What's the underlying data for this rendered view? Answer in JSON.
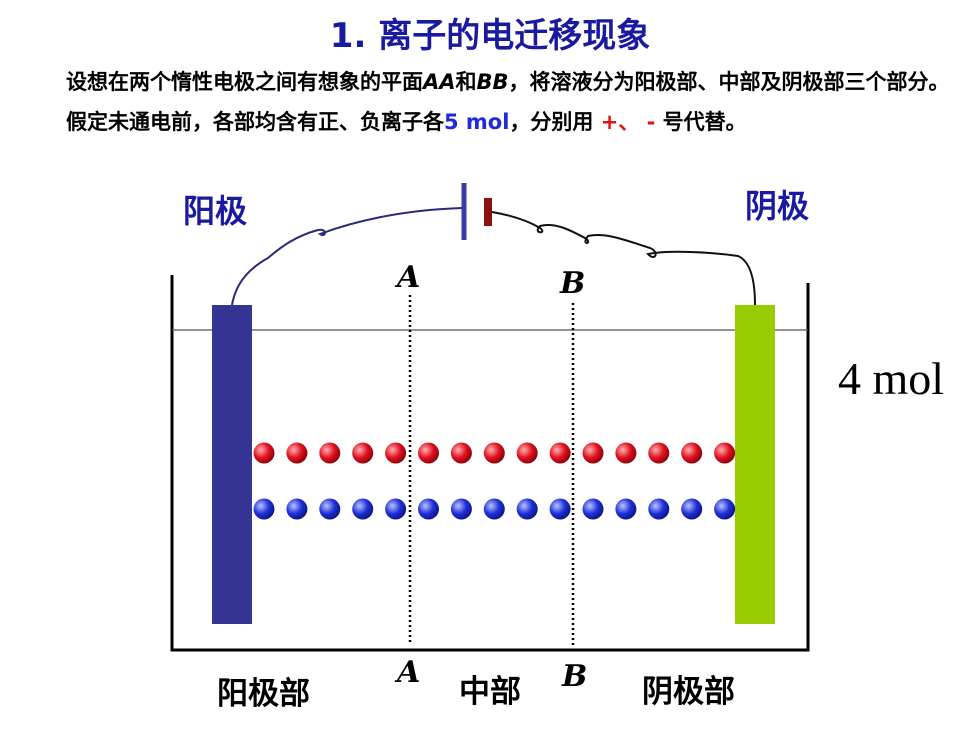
{
  "title": "1. 离子的电迁移现象",
  "paragraph": {
    "seg1": "设想在两个惰性电极之间有想象的平面",
    "aa": "AA",
    "seg2": "和",
    "bb": "BB",
    "seg3": "，将溶液分为阳极部、中部及阴极部三个部分。假定未通电前，各部均含有正、负离子各",
    "amount": "5 mol",
    "seg4": "，分别用 ",
    "signs": "+、 -",
    "seg5": " 号代替。"
  },
  "labels": {
    "anode": "阳极",
    "cathode": "阴极",
    "anode_section": "阳极部",
    "middle_section": "中部",
    "cathode_section": "阴极部",
    "plane_a": "A",
    "plane_b": "B",
    "mol_note": "4 mol"
  },
  "ions": {
    "positive_count": 15,
    "negative_count": 15
  },
  "colors": {
    "title": "#1a1aa0",
    "anode_electrode": "#343493",
    "cathode_electrode": "#99cc00",
    "positive_ion": "#e01020",
    "negative_ion": "#2030d8",
    "highlight_blue": "#1f2bd8",
    "highlight_red": "#e01010",
    "battery_long_plate": "#3a3aa8",
    "battery_short_plate": "#8b1010"
  }
}
